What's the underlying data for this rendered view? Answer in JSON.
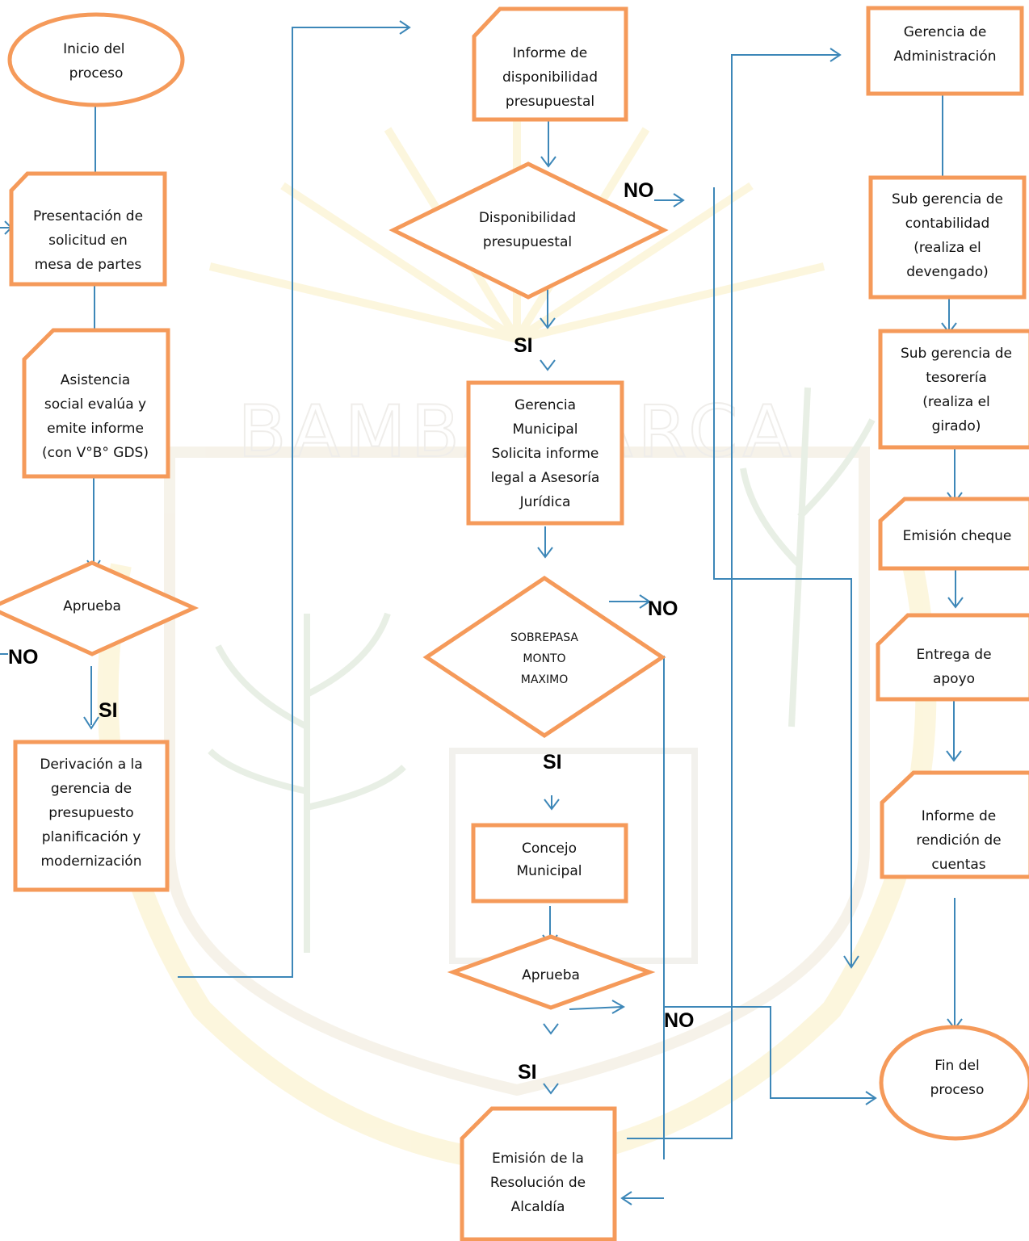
{
  "watermark": {
    "text": "BAMBAMARCA"
  },
  "nodes": {
    "inicio": "Inicio del|proceso",
    "presentacion": "Presentación de|solicitud en|mesa de partes",
    "asistencia": "Asistencia|social evalúa y|emite informe|(con V°B° GDS)",
    "aprueba1": "Aprueba",
    "derivacion": "Derivación a la|gerencia de|presupuesto|planificación y|modernización",
    "informe_disp": "Informe de|disponibilidad|presupuestal",
    "disp_presup": "Disponibilidad|presupuestal",
    "gerencia_mun": "Gerencia|Municipal|Solicita informe|legal a Asesoría|Jurídica",
    "sobrepasa": "SOBREPASA|MONTO|MAXIMO",
    "concejo": "Concejo|Municipal",
    "aprueba2": "Aprueba",
    "emision_res": "Emisión de la|Resolución de|Alcaldía",
    "gerencia_adm": "Gerencia de|Administración",
    "sub_contab": "Sub gerencia de|contabilidad|(realiza el|devengado)",
    "sub_tesor": "Sub gerencia de|tesorería|(realiza el|girado)",
    "emision_cheque": "Emisión cheque",
    "entrega": "Entrega de|apoyo",
    "informe_rend": "Informe de|rendición de|cuentas",
    "fin": "Fin del|proceso"
  },
  "labels": {
    "no_aprueba1": "NO",
    "si_aprueba1": "SI",
    "no_disp": "NO",
    "si_disp": "SI",
    "no_sobrepasa": "NO",
    "si_sobrepasa": "SI",
    "no_aprueba2": "NO",
    "si_aprueba2": "SI"
  },
  "colors": {
    "shape_border": "#f59a5a",
    "connector": "#3d87b8",
    "watermark": "#f3d76a"
  }
}
